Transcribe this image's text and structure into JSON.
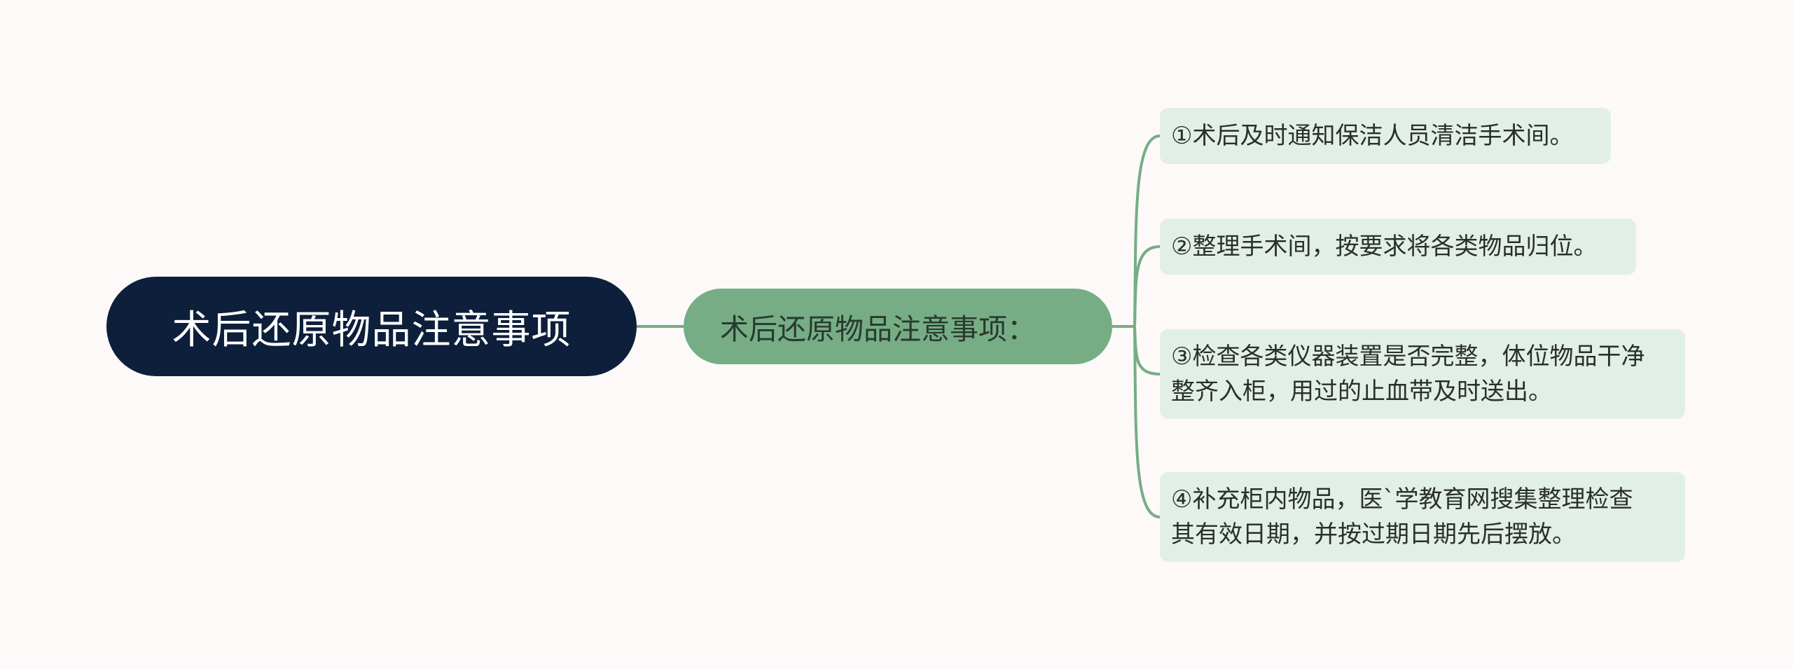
{
  "diagram": {
    "root": {
      "label": "术后还原物品注意事项"
    },
    "branch": {
      "label": "术后还原物品注意事项："
    },
    "items": [
      {
        "lines": [
          "①术后及时通知保洁人员清洁手术间。"
        ]
      },
      {
        "lines": [
          "②整理手术间，按要求将各类物品归位。"
        ]
      },
      {
        "lines": [
          "③检查各类仪器装置是否完整，体位物品干净",
          "整齐入柜，用过的止血带及时送出。"
        ]
      },
      {
        "lines": [
          "④补充柜内物品，医`学教育网搜集整理检查",
          "其有效日期，并按过期日期先后摆放。"
        ]
      }
    ]
  },
  "colors": {
    "background": "#fcf9f8",
    "root_fill": "#0d1f3a",
    "branch_fill": "#76ad85",
    "leaf_fill": "#e2efe6",
    "connector": "#76ad85"
  }
}
